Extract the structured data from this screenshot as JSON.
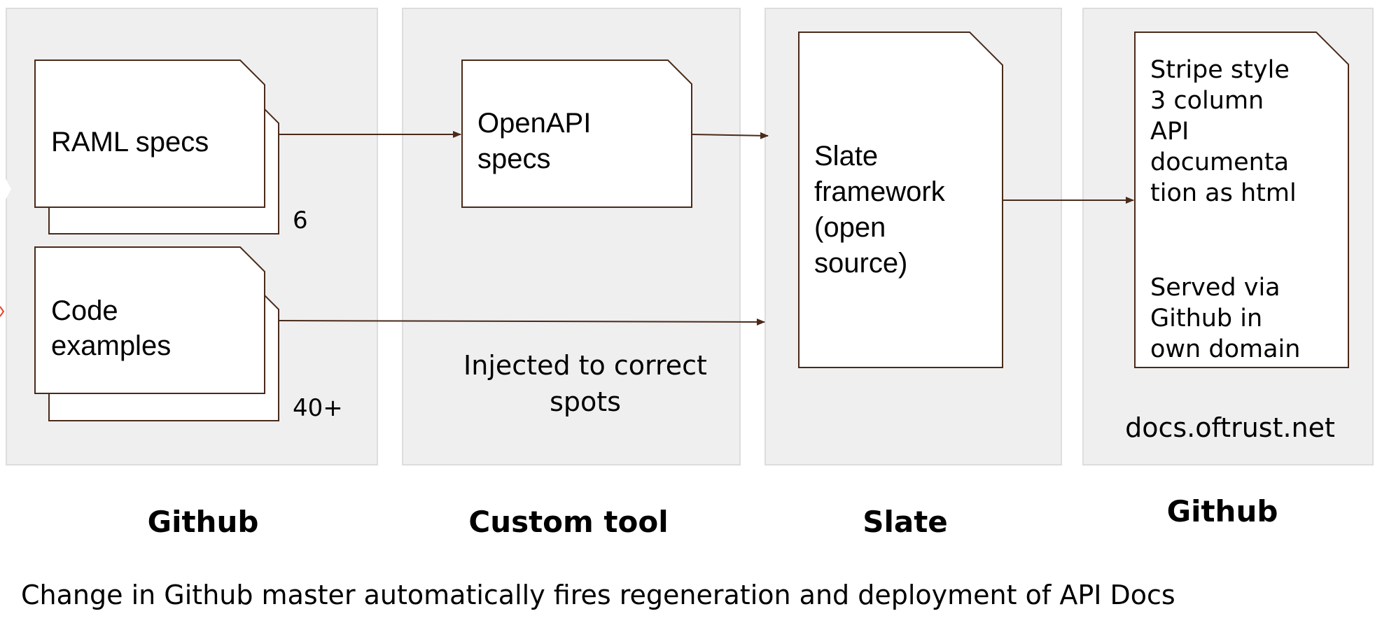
{
  "columns": [
    {
      "title": "Github"
    },
    {
      "title": "Custom tool"
    },
    {
      "title": "Slate"
    },
    {
      "title": "Github"
    }
  ],
  "nodes": {
    "raml_specs": {
      "line1": "RAML specs",
      "count": "6"
    },
    "code_examples": {
      "line1": "Code",
      "line2": "examples",
      "count": "40+"
    },
    "openapi_specs": {
      "line1": "OpenAPI",
      "line2": "specs"
    },
    "slate_framework": {
      "line1": "Slate",
      "line2": "framework",
      "line3": "(open",
      "line4": "source)"
    },
    "stripe_docs": {
      "line1": "Stripe style",
      "line2": "3 column",
      "line3": "API",
      "line4": "documenta",
      "line5": "tion as html",
      "line6": "Served via",
      "line7": "Github in",
      "line8": "own domain"
    }
  },
  "notes": {
    "injected_line1": "Injected to correct",
    "injected_line2": "spots",
    "domain": "docs.oftrust.net"
  },
  "footer": "Change in Github master automatically fires regeneration and deployment of API Docs",
  "colors": {
    "panel_bg": "#efefef",
    "panel_border": "#dddddd",
    "line": "#4a2a1a",
    "arrow": "#4a2a1a"
  }
}
